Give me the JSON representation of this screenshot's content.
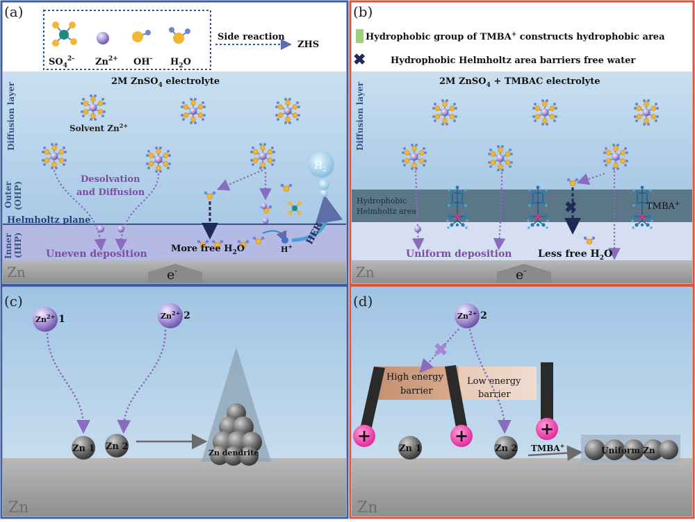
{
  "panels": {
    "a": {
      "label": "(a)",
      "legend": {
        "so4_base": "SO",
        "so4_sub": "4",
        "so4_sup": "2-",
        "zn_base": "Zn",
        "zn_sup": "2+",
        "oh_base": "OH",
        "oh_sup": "-",
        "h2o_base": "H",
        "h2o_sub": "2",
        "h2o_tail": "O"
      },
      "side_reaction": "Side reaction",
      "zhs": "ZHS",
      "diffusion_layer": "Diffusion layer",
      "electrolyte": {
        "base": "2M ZnSO",
        "sub": "4",
        "tail": " electrolyte"
      },
      "solvent_zn": {
        "base": "Solvent Zn",
        "sup": "2+"
      },
      "outer_ohp": "Outer",
      "outer_ohp2": "(OHP)",
      "desolvation": "Desolvation",
      "and_diffusion": "and Diffusion",
      "helmholtz_plane": "Helmholtz plane",
      "inner": "Inner",
      "inner2": "(IHP)",
      "uneven": "Uneven deposition",
      "more_free": {
        "base": "More free H",
        "sub": "2",
        "tail": "O"
      },
      "h_plus": {
        "base": "H",
        "sup": "+"
      },
      "her": "HER",
      "h2": {
        "base": "H",
        "sub": "2"
      },
      "zn": "Zn",
      "electron": {
        "base": "e",
        "sup": "-"
      }
    },
    "b": {
      "label": "(b)",
      "legend1": {
        "base": "Hydrophobic group of TMBA",
        "sup": "+",
        "tail": " constructs hydrophobic area"
      },
      "legend2": "Hydrophobic Helmholtz area barriers free water",
      "diffusion_layer": "Diffusion layer",
      "electrolyte": {
        "base": "2M ZnSO",
        "sub": "4",
        "tail": " + TMBAC electrolyte"
      },
      "hydrophobic1": "Hydrophobic",
      "hydrophobic2": "Helmholtz area",
      "tmba": {
        "base": "TMBA",
        "sup": "+"
      },
      "uniform": "Uniform deposition",
      "less_free": {
        "base": "Less free H",
        "sub": "2",
        "tail": "O"
      },
      "zn": "Zn",
      "electron": {
        "base": "e",
        "sup": "-"
      }
    },
    "c": {
      "label": "(c)",
      "zn1": {
        "base": "Zn",
        "sup": "2+",
        "tail": " 1"
      },
      "zn2": {
        "base": "Zn",
        "sup": "2+",
        "tail": " 2"
      },
      "atom1": "Zn 1",
      "atom2": "Zn 2",
      "dendrite": "Zn dendrite",
      "zn": "Zn"
    },
    "d": {
      "label": "(d)",
      "zn2": {
        "base": "Zn",
        "sup": "2+",
        "tail": " 2"
      },
      "high1": "High energy",
      "high2": "barrier",
      "low1": "Low energy",
      "low2": "barrier",
      "atom1": "Zn 1",
      "atom2": "Zn 2",
      "tmba": {
        "base": "TMBA",
        "sup": "+"
      },
      "uniform_zn": "Uniform Zn",
      "zn": "Zn"
    }
  },
  "colors": {
    "frame_a": "#3d5fa0",
    "frame_b": "#d9543a",
    "arrow_purple": "#8a6bbf",
    "text_purple": "#7a4da0",
    "dark_navy": "#1f2a55"
  }
}
